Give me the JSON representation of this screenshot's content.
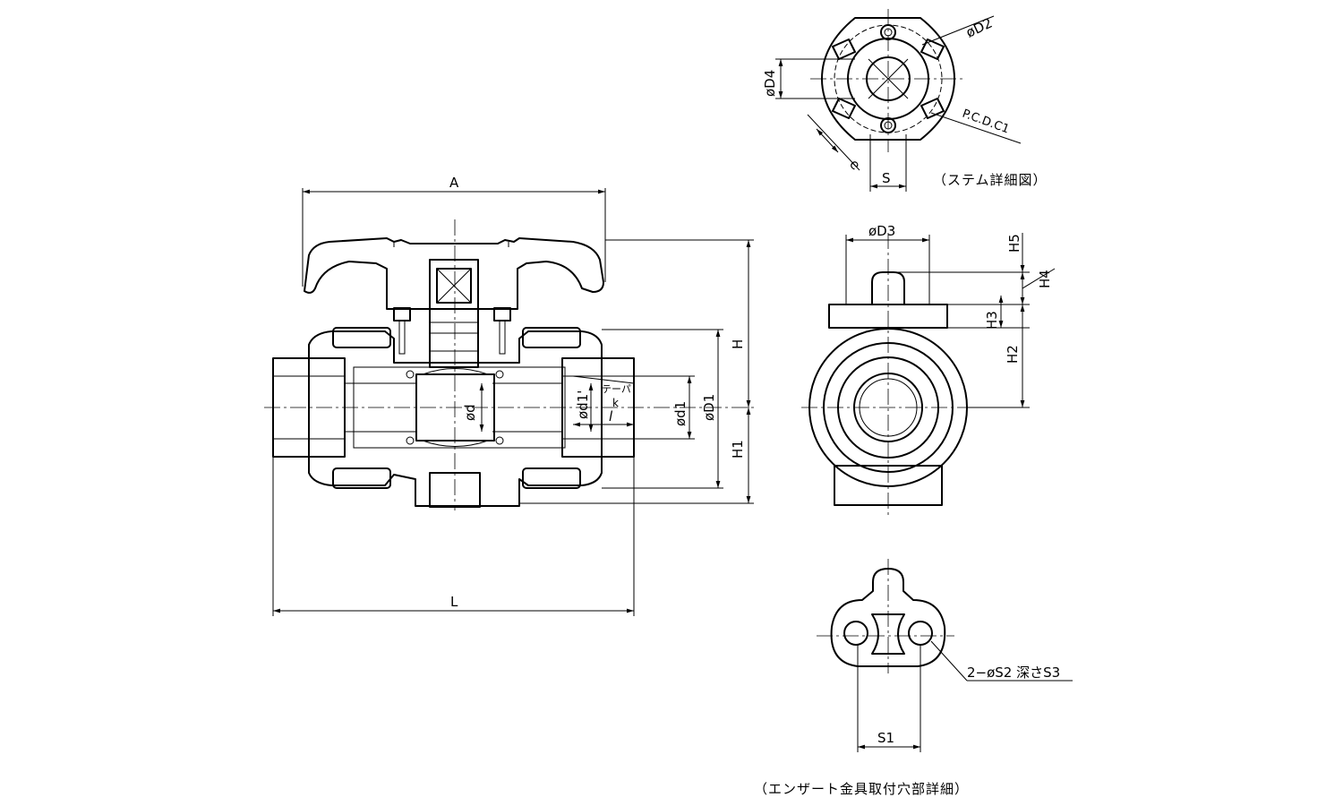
{
  "captions": {
    "stem_detail": "（ステム詳細図）",
    "insert_detail": "（エンザート金具取付穴部詳細）"
  },
  "front_view": {
    "A": "A",
    "L": "L",
    "H": "H",
    "H1": "H1",
    "phi_D1": "øD1",
    "phi_d1": "ød1",
    "phi_d1_prime": "ød1'",
    "phi_d": "ød",
    "taper": "テーパ",
    "taper_ratio": "k",
    "l": "l"
  },
  "stem_view": {
    "phi_D2": "øD2",
    "phi_D4": "øD4",
    "pcd": "P.C.D.C1",
    "e": "e",
    "S": "S"
  },
  "side_view": {
    "phi_D3": "øD3",
    "H2": "H2",
    "H3": "H3",
    "H4": "H4",
    "H5": "H5"
  },
  "insert_view": {
    "S1": "S1",
    "holes": "2−øS2 深さS3"
  }
}
